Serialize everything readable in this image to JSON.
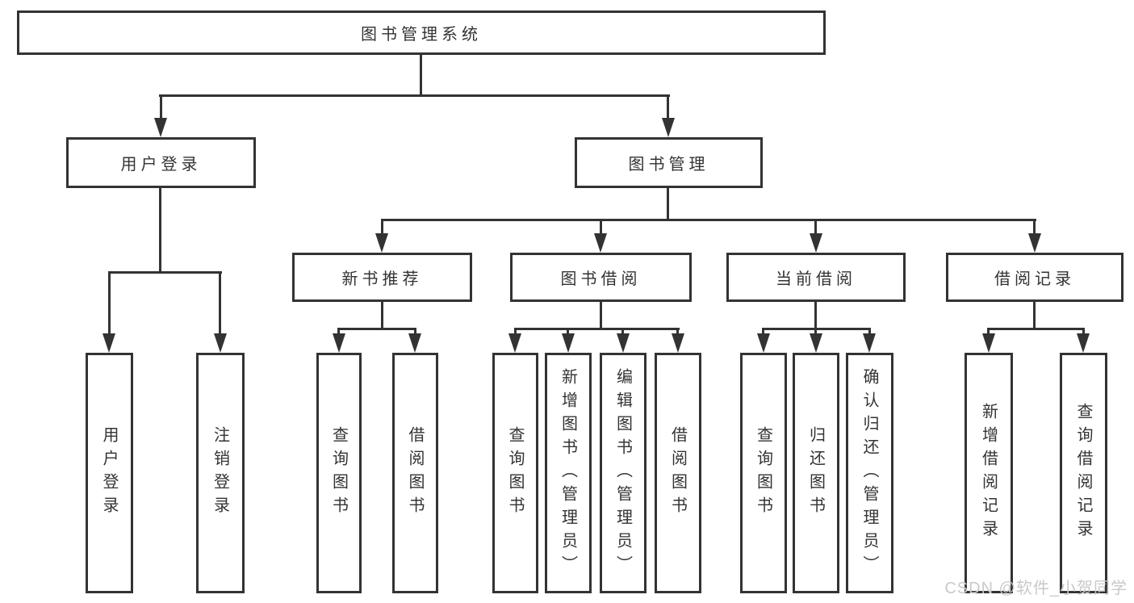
{
  "colors": {
    "ink": "#333333",
    "box_fill": "#ffffff",
    "background": "#ffffff",
    "watermark_gray": "#c9c9c9"
  },
  "diagram": {
    "root": {
      "label": "图书管理系统"
    },
    "branches": [
      {
        "label": "用户登录",
        "children_labels": [
          "用户登录",
          "注销登录"
        ]
      },
      {
        "label": "图书管理",
        "children": [
          {
            "label": "新书推荐",
            "children_labels": [
              "查询图书",
              "借阅图书"
            ]
          },
          {
            "label": "图书借阅",
            "children_labels": [
              "查询图书",
              "新增图书（管理员）",
              "编辑图书（管理员）",
              "借阅图书"
            ]
          },
          {
            "label": "当前借阅",
            "children_labels": [
              "查询图书",
              "归还图书",
              "确认归还（管理员）"
            ]
          },
          {
            "label": "借阅记录",
            "children_labels": [
              "新增借阅记录",
              "查询借阅记录"
            ]
          }
        ]
      }
    ]
  },
  "watermark": {
    "text": "CSDN @软件_小贺同学"
  }
}
